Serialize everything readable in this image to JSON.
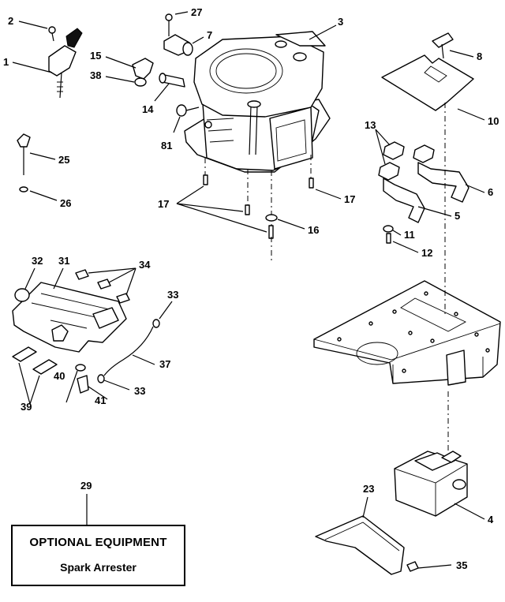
{
  "callouts": {
    "c2": "2",
    "c27": "27",
    "c7": "7",
    "c3": "3",
    "c8": "8",
    "c1": "1",
    "c15": "15",
    "c38": "38",
    "c14": "14",
    "c81": "81",
    "c10": "10",
    "c13": "13",
    "c25": "25",
    "c6": "6",
    "c5": "5",
    "c26": "26",
    "c17a": "17",
    "c17b": "17",
    "c16": "16",
    "c11": "11",
    "c12": "12",
    "c32": "32",
    "c31": "31",
    "c34": "34",
    "c33a": "33",
    "c37": "37",
    "c40": "40",
    "c41": "41",
    "c33b": "33",
    "c39": "39",
    "c29": "29",
    "c23": "23",
    "c4": "4",
    "c35": "35"
  },
  "optional_box": {
    "title": "OPTIONAL EQUIPMENT",
    "subtitle": "Spark Arrester"
  }
}
